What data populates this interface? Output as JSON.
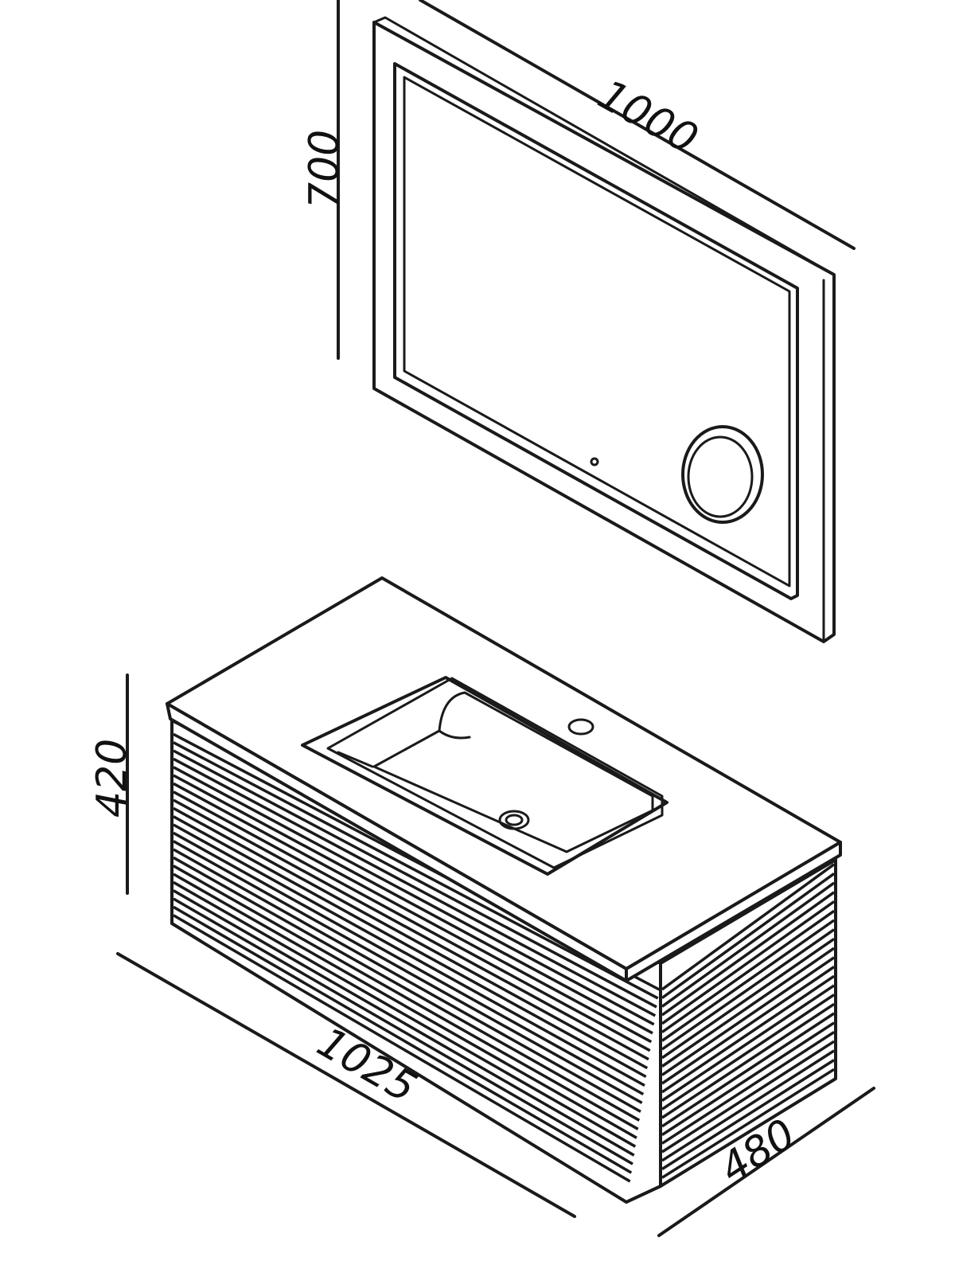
{
  "dimensions": {
    "mirror_width": "1000",
    "mirror_height": "700",
    "cabinet_height": "420",
    "cabinet_width": "1025",
    "cabinet_depth": "480"
  },
  "colors": {
    "line": "#1a1a1a",
    "background": "#ffffff"
  }
}
